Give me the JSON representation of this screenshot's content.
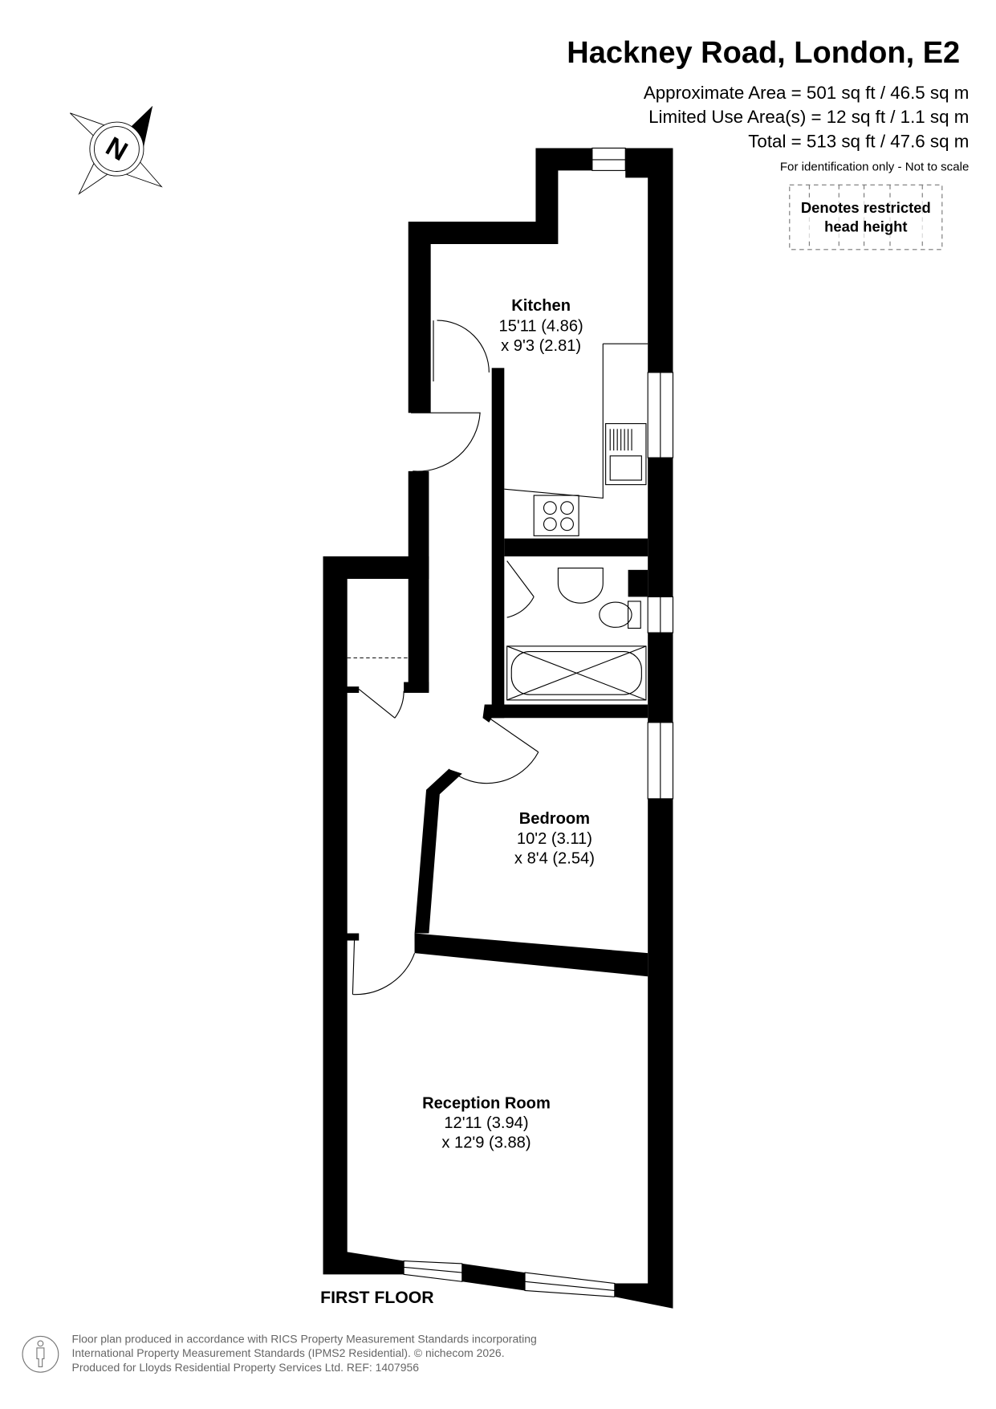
{
  "header": {
    "title": "Hackney Road, London, E2",
    "approx_area": "Approximate Area = 501 sq ft / 46.5 sq m",
    "limited_use_area": "Limited Use Area(s) = 12 sq ft / 1.1 sq m",
    "total": "Total = 513 sq ft / 47.6 sq m",
    "disclaimer": "For identification only - Not to scale"
  },
  "legend": {
    "line1": "Denotes restricted",
    "line2": "head height"
  },
  "compass": {
    "label": "N",
    "icon": "north-arrow-icon"
  },
  "rooms": [
    {
      "name": "Kitchen",
      "dim1": "15'11 (4.86)",
      "dim2": "x 9'3 (2.81)"
    },
    {
      "name": "Bedroom",
      "dim1": "10'2 (3.11)",
      "dim2": "x 8'4 (2.54)"
    },
    {
      "name": "Reception Room",
      "dim1": "12'11 (3.94)",
      "dim2": "x 12'9 (3.88)"
    }
  ],
  "floor_label": "FIRST FLOOR",
  "footer": {
    "line1": "Floor plan produced in accordance with RICS Property Measurement Standards incorporating",
    "line2": "International Property Measurement Standards (IPMS2 Residential).   © nichecom 2026.",
    "line3": "Produced for Lloyds Residential Property Services Ltd.   REF: 1407956",
    "icon": "person-icon"
  }
}
